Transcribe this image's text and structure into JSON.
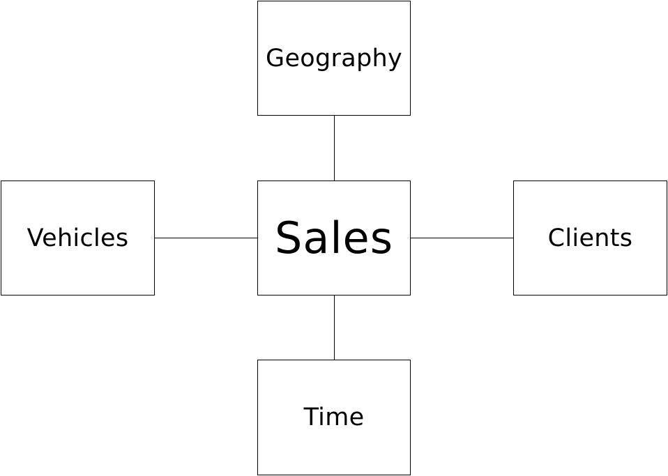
{
  "diagram": {
    "center": {
      "label": "Sales"
    },
    "dimensions": {
      "top": {
        "label": "Geography"
      },
      "left": {
        "label": "Vehicles"
      },
      "right": {
        "label": "Clients"
      },
      "bottom": {
        "label": "Time"
      }
    }
  },
  "colors": {
    "stroke": "#000000",
    "background": "#ffffff",
    "text": "#000000"
  }
}
